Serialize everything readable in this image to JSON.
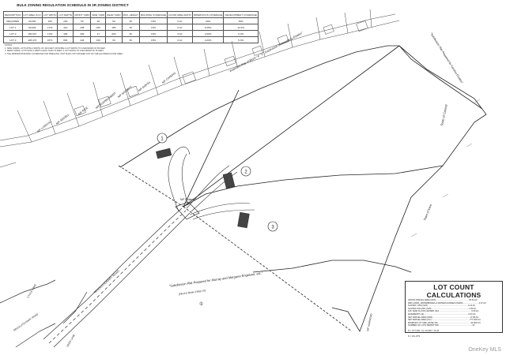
{
  "zoning_table": {
    "title": "BULK ZONING REGULATION SCHEDULE IN 2R ZONING DISTRICT",
    "header": [
      "DESCRIPTION",
      "LOT AREA (S.F.)",
      "LOT WIDTH",
      "LOT DEPTH",
      "FRONT YARD",
      "SIDE YARD",
      "REAR YARD",
      "MAX. HEIGHT",
      "BUILDING COVERAGE",
      "FLOOR AREA RATIO",
      "IMPERVIOUS COVERAGE",
      "DEVELOPMENT COVERAGE"
    ],
    "rows": [
      [
        "REQUIRED",
        "40,000",
        "150",
        "200",
        "50",
        "30",
        "50",
        "35",
        "15%",
        "0.10",
        "20%",
        "30%"
      ],
      [
        "LOT 1",
        "60,629",
        "174±",
        "310",
        "238",
        "150",
        "185",
        "35",
        "15%",
        "0.10",
        "6.25%",
        "12.0%"
      ],
      [
        "LOT 2",
        "160,927",
        "170±",
        "406",
        "400",
        "47",
        "320",
        "35",
        "15%",
        "0.10",
        "4.00%",
        "6.0%"
      ],
      [
        "LOT 3",
        "405,373",
        "157±",
        "800",
        "346",
        "150",
        "60",
        "35",
        "15%",
        "0.10",
        "4.00%",
        "5.0%"
      ]
    ],
    "notes": [
      "NOTES:",
      "1. SIDE YARDS: LOTS WITH A WIDTH OF 100 FEET OR MORE A LOT WIDTH TO A MAXIMUM OF 50 FEET.",
      "2. REAR YARDS: LOTS WITH A WIDTH LESS THAN 70 FEET: A LOT WIDTH TO A MAXIMUM OF 25 FEET.",
      "3. THE MINIMUM BUILDING COVERAGE FOR DWELLING UNIT SHALL NOT EXCEED 10% OF THE ALLOWED FLOOR AREA."
    ]
  },
  "labels": {
    "lot_numbers": [
      "1",
      "2",
      "3"
    ],
    "parcels": [
      "N/F LUDOVIC",
      "N/F SEWELL",
      "N/F RICE",
      "N/F KLEINSCHMIDT",
      "N/F BASSETT",
      "N/F BORSA",
      "N/F CARERO"
    ],
    "map_label": "\"Amended Map of Block \"A\" \"C\" Subdivision of Woodbury Estates\"",
    "plot_label_top": "\"Subdivision Plat Prepared for Farview Estates\"",
    "town_label": "Town of Carmel",
    "side_label": "Town of Kent",
    "bottom_plot_label": "\"Subdivision Plat Prepared for Murray and Margaret Engelsen, etc.\"",
    "bottom_plot_sub": "(Filed in Book 4 Map 15)",
    "bottom_plot_num": "①",
    "roland": "N/F Roland",
    "road_main": "REVOLUTIONARY ROAD",
    "road_left": "CYCLE LANE",
    "road_left_bottom": "REVOLUTIONARY ROAD",
    "road_right": "DEER LANE",
    "n_f_bottom": "N/F HAMMOND"
  },
  "lot_count": {
    "title": "LOT COUNT CALCULATIONS",
    "lines": [
      "GROSS PARCEL AREA (GPA) ........................................................ 20.52 AC",
      "WETLANDS, WATERBODIES & WATERCOURSES (WWW) .......................... 0.37 AC",
      "SLOPES >25% (S25) ..................................................................... 0.12 AC",
      "SLOPES 15%-25% (S15) ................................................................ 1.95 AC",
      "100-YEAR FLOOD HAZARD (FH) ....................................................... 0.00 AC",
      "EASEMENTS (E) ............................................................................ 0.23 AC",
      "NET PARCEL AREA (NPA) ................................................................ 17.85 AC",
      "NET PARCEL AREA (S.F.) ................................................................ 777,546 S.F.",
      "MINIMUM LOT SIZE (ZONE 2R) ........................................................ 40,000 S.F.",
      "NUMBER OF LOTS PERMITTED ......................................................... 19"
    ],
    "formula": "N = (777,546 - 0) / 40,000 = 19.44",
    "result": "N = 19 LOTS"
  },
  "watermark": "OneKey MLS"
}
